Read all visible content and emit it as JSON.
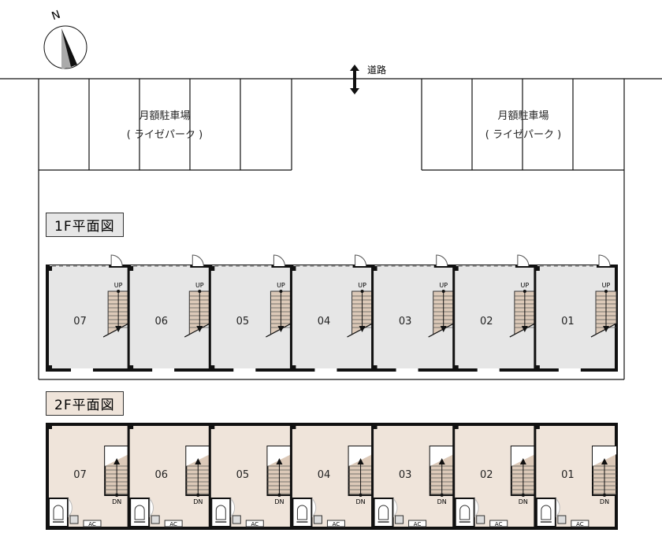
{
  "compass": {
    "label": "N"
  },
  "road": {
    "label": "道路"
  },
  "parking": [
    {
      "name": "月額駐車場",
      "sub": "( ライゼパーク )"
    },
    {
      "name": "月額駐車場",
      "sub": "( ライゼパーク )"
    }
  ],
  "floor1": {
    "title": "1F平面図",
    "stair_label": "UP",
    "units": [
      "07",
      "06",
      "05",
      "04",
      "03",
      "02",
      "01"
    ]
  },
  "floor2": {
    "title": "2F平面図",
    "stair_label": "DN",
    "ac_label": "AC",
    "units": [
      "07",
      "06",
      "05",
      "04",
      "03",
      "02",
      "01"
    ]
  },
  "colors": {
    "floor1_fill": "#e6e6e6",
    "floor2_fill": "#efe4da",
    "stair_fill": "#dcc9b8"
  }
}
